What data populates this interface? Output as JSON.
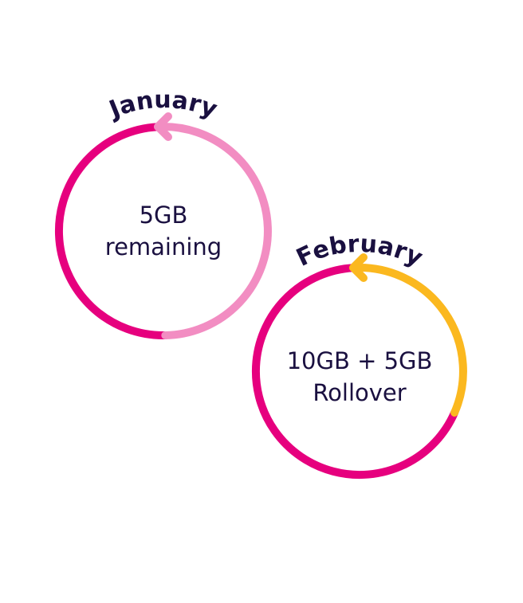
{
  "colors": {
    "used": "#e6007e",
    "remaining": "#f28dc2",
    "rollover": "#fbb81f",
    "text": "#1a1040"
  },
  "january": {
    "month": "January",
    "line1": "5GB",
    "line2": "remaining",
    "used_fraction": 0.5,
    "remaining_fraction": 0.5
  },
  "february": {
    "month": "February",
    "line1": "10GB + 5GB",
    "line2": "Rollover",
    "base_fraction": 0.67,
    "rollover_fraction": 0.33
  }
}
